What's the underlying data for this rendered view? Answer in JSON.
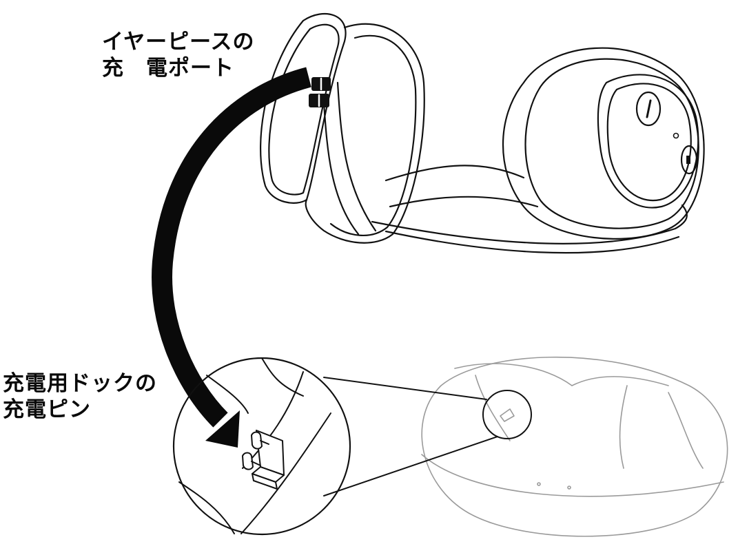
{
  "labels": {
    "earpiece_port": [
      "イヤーピースの",
      "充　電ポート"
    ],
    "dock_pins": [
      "充電用ドックの",
      "充電ピン"
    ]
  },
  "colors": {
    "ink": "#111111",
    "faint_ink": "#9a9a9a",
    "background": "#ffffff"
  },
  "icons": [
    "power-button-icon",
    "mute-button-icon"
  ]
}
